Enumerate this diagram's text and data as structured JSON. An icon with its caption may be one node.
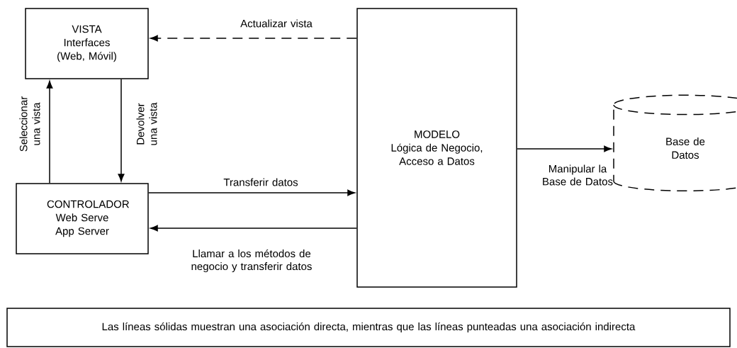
{
  "diagram": {
    "nodes": [
      {
        "text": [
          "VISTA",
          "Interfaces (Web, Móvil)"
        ]
      },
      {
        "text": [
          "CONTROLADOR",
          "Web Serve App Server"
        ]
      },
      {
        "text": [
          "MODELO",
          "Lógica de Negocio, Acceso a Datos"
        ]
      },
      {
        "text": [
          "Base de Datos"
        ]
      },
      {
        "text": [
          "Las líneas sólidas muestran una asociación directa, mientras que las líneas punteadas una asociación indirecta"
        ]
      }
    ],
    "edges": [
      {
        "from": 2,
        "to": 0,
        "arrow": "to",
        "style": "dashed",
        "label": "Actualizar vista"
      },
      {
        "from": 1,
        "to": 0,
        "arrow": "to",
        "label": "Seleccionar una vista"
      },
      {
        "from": 0,
        "to": 1,
        "arrow": "to",
        "label": "Devolver una vista"
      },
      {
        "from": 1,
        "to": 2,
        "arrow": "to",
        "label": "Transferir datos"
      },
      {
        "from": 2,
        "to": 1,
        "arrow": "to",
        "label": "Llamar a los métodos de negocio y transferir datos"
      },
      {
        "from": 2,
        "to": 3,
        "arrow": "to",
        "label": "Manipular la Base de Datos"
      }
    ]
  }
}
